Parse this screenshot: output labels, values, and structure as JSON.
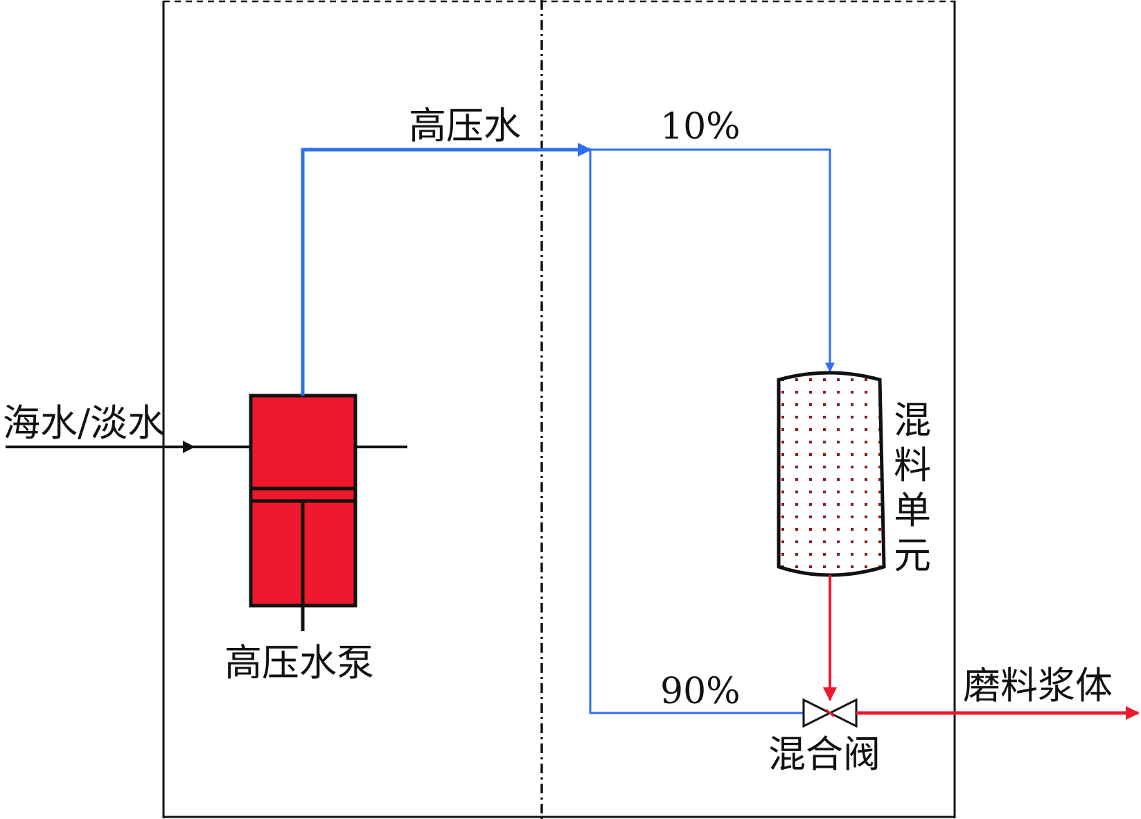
{
  "labels": {
    "inlet_water": "海水/淡水",
    "high_pressure_water": "高压水",
    "high_pressure_pump": "高压水泵",
    "split_10": "10%",
    "split_90": "90%",
    "mixing_unit_chars": [
      "混",
      "料",
      "单",
      "元"
    ],
    "mixing_valve": "混合阀",
    "abrasive_slurry": "磨料浆体"
  },
  "colors": {
    "water_line": "#2d6ff2",
    "slurry_line": "#f0182c",
    "pump_fill": "#f0182c",
    "outline": "#111111",
    "mixer_dots": "#8b1a1a"
  }
}
